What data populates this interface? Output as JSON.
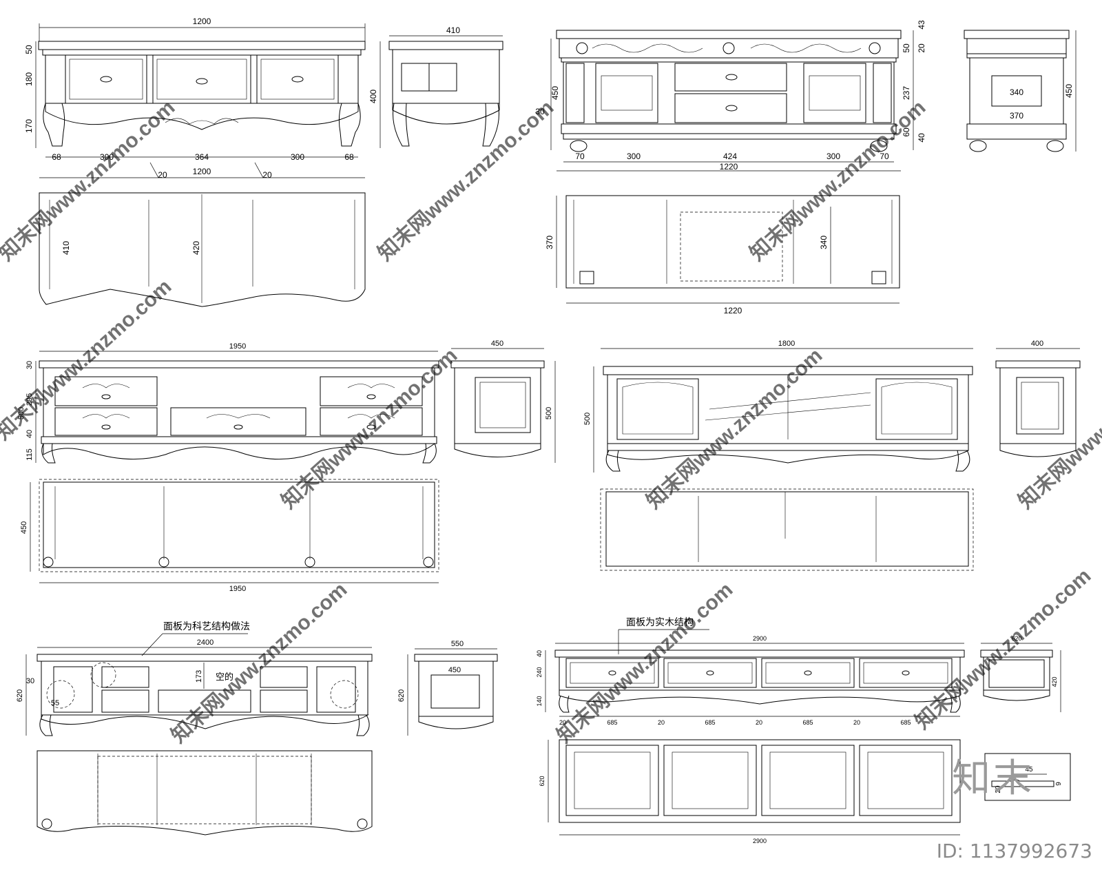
{
  "sheet": {
    "watermark": "知末网www.znzmo.com",
    "brand": "知末",
    "id_label": "ID: 1137992673"
  },
  "cab1": {
    "elev": {
      "overall": "1200",
      "h1": "50",
      "h2": "180",
      "h3": "170",
      "b1": "68",
      "b2": "300",
      "b3": "364",
      "b4": "300",
      "b5": "68",
      "gap1": "20",
      "gap2": "20"
    },
    "side": {
      "w": "410",
      "h": "400"
    },
    "plan": {
      "w": "1200",
      "d1": "410",
      "d2": "420"
    }
  },
  "cab2": {
    "elev": {
      "r1": "43",
      "r2": "50",
      "r3": "20",
      "r4": "237",
      "r5": "60",
      "r6": "40",
      "left_h": "450",
      "left_30": "30",
      "b1": "70",
      "b2": "300",
      "b3": "424",
      "b4": "300",
      "b5": "70",
      "overall": "1220"
    },
    "side": {
      "w1": "340",
      "w2": "370",
      "h": "450"
    },
    "plan": {
      "d1": "370",
      "d2": "340",
      "w": "1220"
    }
  },
  "cab3": {
    "elev": {
      "overall": "1950",
      "h1": "30",
      "h2": "295",
      "h3": "40",
      "h4": "115",
      "h_total": "500"
    },
    "side": {
      "w": "450",
      "h": "500"
    },
    "plan": {
      "d": "450",
      "w": "1950"
    }
  },
  "cab4": {
    "elev": {
      "overall": "1800",
      "h": "500"
    },
    "side": {
      "w": "400"
    }
  },
  "cab5": {
    "note": "面板为科艺结构做法",
    "elev": {
      "overall": "2400",
      "h": "620",
      "d30": "30",
      "d55": "55",
      "d173": "173",
      "empty": "空的"
    },
    "side": {
      "w1": "550",
      "w2": "450",
      "h": "620"
    }
  },
  "cab6": {
    "note": "面板为实木结构",
    "elev": {
      "overall": "2900",
      "h1": "40",
      "h2": "240",
      "h3": "140",
      "g1": "20",
      "b1": "685",
      "g2": "20",
      "b2": "685",
      "g3": "20",
      "b3": "685",
      "g4": "20",
      "b4": "685"
    },
    "side": {
      "w": "620",
      "h": "420"
    },
    "plan": {
      "d": "620",
      "w": "2900"
    },
    "detail": {
      "a": "45",
      "b": "20",
      "c": "9"
    }
  }
}
